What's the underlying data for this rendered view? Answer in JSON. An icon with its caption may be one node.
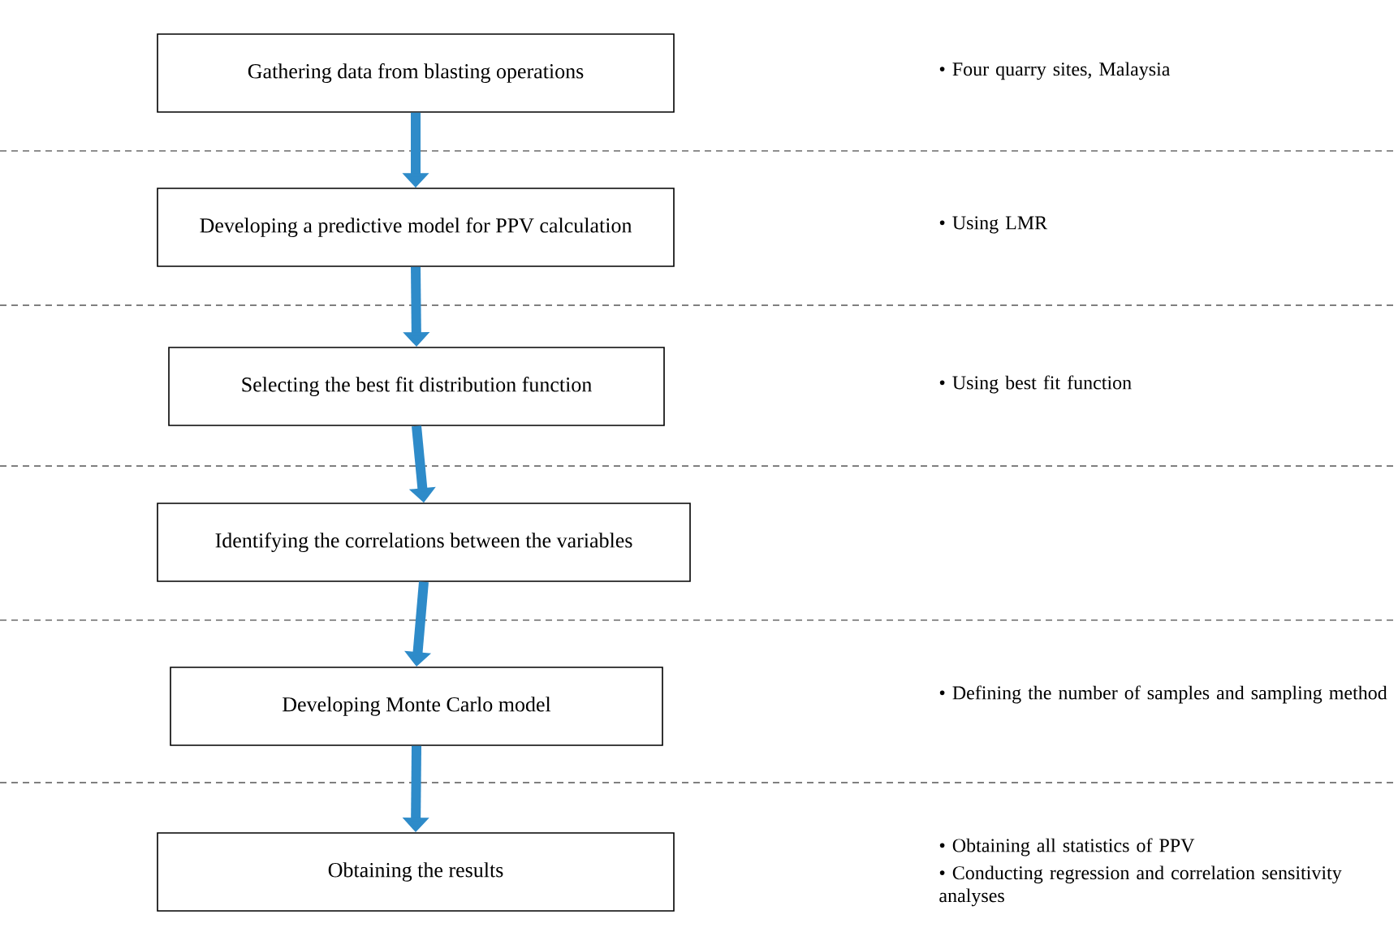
{
  "diagram": {
    "nodes": [
      {
        "text": [
          "Gathering data from blasting operations"
        ]
      },
      {
        "text": [
          "Developing a predictive model for PPV calculation"
        ]
      },
      {
        "text": [
          "Selecting the best fit distribution function"
        ]
      },
      {
        "text": [
          "Identifying the correlations between the variables"
        ]
      },
      {
        "text": [
          "Developing Monte Carlo model"
        ]
      },
      {
        "text": [
          "Obtaining the results"
        ]
      }
    ],
    "edges": [
      {
        "from": 0,
        "to": 1,
        "arrow": "to"
      },
      {
        "from": 1,
        "to": 2,
        "arrow": "to"
      },
      {
        "from": 2,
        "to": 3,
        "arrow": "to"
      },
      {
        "from": 3,
        "to": 4,
        "arrow": "to"
      },
      {
        "from": 4,
        "to": 5,
        "arrow": "to"
      }
    ],
    "labels": [
      "• Four quarry sites, Malaysia",
      "• Using LMR",
      "• Using best fit function",
      "• Defining the number of samples and sampling method",
      "• Obtaining all statistics of PPV",
      "• Conducting regression and correlation sensitivity analyses"
    ]
  }
}
